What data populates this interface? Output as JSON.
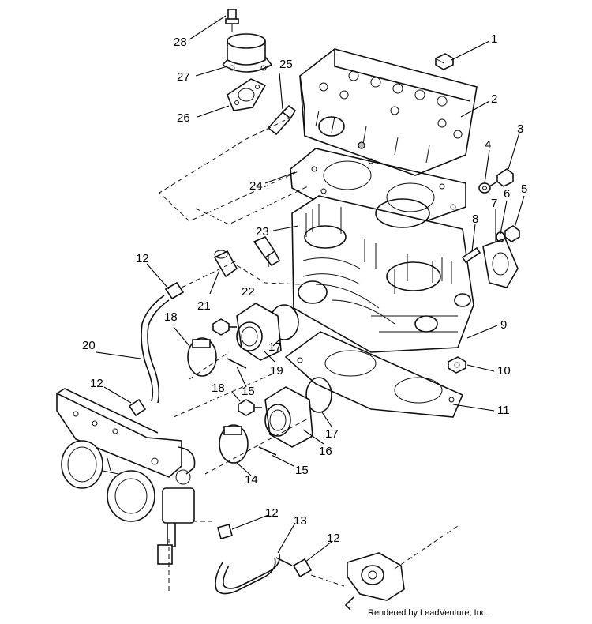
{
  "callouts": [
    {
      "id": "c1",
      "text": "1"
    },
    {
      "id": "c2",
      "text": "2"
    },
    {
      "id": "c3",
      "text": "3"
    },
    {
      "id": "c4",
      "text": "4"
    },
    {
      "id": "c5",
      "text": "5"
    },
    {
      "id": "c6",
      "text": "6"
    },
    {
      "id": "c7",
      "text": "7"
    },
    {
      "id": "c8",
      "text": "8"
    },
    {
      "id": "c9",
      "text": "9"
    },
    {
      "id": "c10",
      "text": "10"
    },
    {
      "id": "c11",
      "text": "11"
    },
    {
      "id": "c12a",
      "text": "12"
    },
    {
      "id": "c12b",
      "text": "12"
    },
    {
      "id": "c12c",
      "text": "12"
    },
    {
      "id": "c12d",
      "text": "12"
    },
    {
      "id": "c13",
      "text": "13"
    },
    {
      "id": "c14",
      "text": "14"
    },
    {
      "id": "c15a",
      "text": "15"
    },
    {
      "id": "c15b",
      "text": "15"
    },
    {
      "id": "c16",
      "text": "16"
    },
    {
      "id": "c17a",
      "text": "17"
    },
    {
      "id": "c17b",
      "text": "17"
    },
    {
      "id": "c18a",
      "text": "18"
    },
    {
      "id": "c18b",
      "text": "18"
    },
    {
      "id": "c19",
      "text": "19"
    },
    {
      "id": "c20",
      "text": "20"
    },
    {
      "id": "c21",
      "text": "21"
    },
    {
      "id": "c22",
      "text": "22"
    },
    {
      "id": "c23",
      "text": "23"
    },
    {
      "id": "c24",
      "text": "24"
    },
    {
      "id": "c25",
      "text": "25"
    },
    {
      "id": "c26",
      "text": "26"
    },
    {
      "id": "c27",
      "text": "27"
    },
    {
      "id": "c28",
      "text": "28"
    }
  ],
  "credit": "Rendered by LeadVenture, Inc."
}
